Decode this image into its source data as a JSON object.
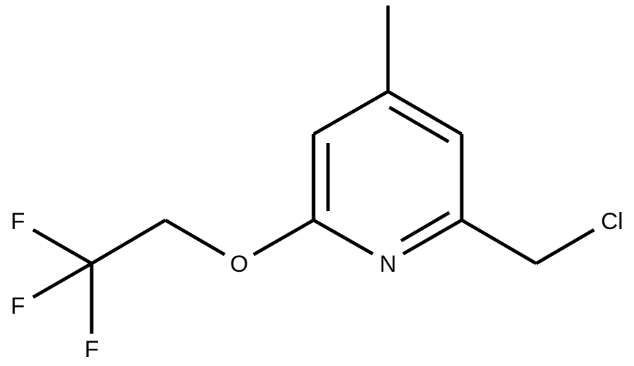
{
  "molecule": {
    "atoms": {
      "nitrogen": "N",
      "oxygen": "O",
      "chlorine": "Cl",
      "fluorine_1": "F",
      "fluorine_2": "F",
      "fluorine_3": "F"
    }
  }
}
